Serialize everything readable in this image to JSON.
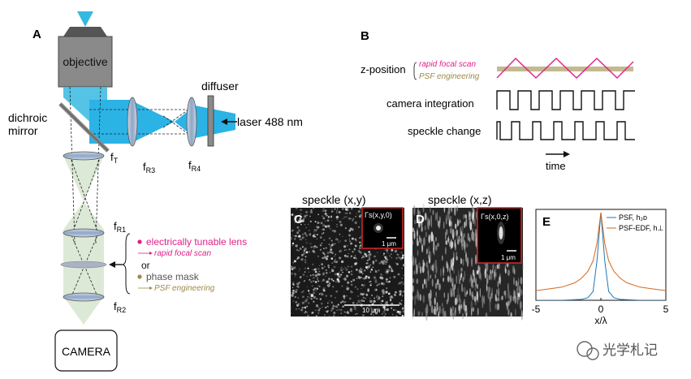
{
  "panels": {
    "a": "A",
    "b": "B",
    "c": "C",
    "d": "D",
    "e": "E"
  },
  "panel_a": {
    "objective": "objective",
    "dichroic_line1": "dichroic",
    "dichroic_line2": "mirror",
    "diffuser": "diffuser",
    "laser": "laser 488 nm",
    "camera": "CAMERA",
    "f_T": "f",
    "f_T_sub": "T",
    "f_R3": "f",
    "f_R3_sub": "R3",
    "f_R4": "f",
    "f_R4_sub": "R4",
    "f_R1": "f",
    "f_R1_sub": "R1",
    "f_R2": "f",
    "f_R2_sub": "R2",
    "option1_label": "electrically tunable lens",
    "option1_sub": "rapid focal scan",
    "or_text": "or",
    "option2_label": "phase mask",
    "option2_sub": "PSF engineering",
    "colors": {
      "beam_blue": "#2bb3e6",
      "relay_green": "#dce9d6",
      "tunable": "#e0218a",
      "psf": "#9c8a4a"
    }
  },
  "panel_b": {
    "z_label": "z-position",
    "rapid_focal_scan": "rapid focal scan",
    "psf_engineering": "PSF engineering",
    "camera_integration": "camera integration",
    "speckle_change": "speckle change",
    "time": "time"
  },
  "panel_c": {
    "title": "speckle (x,y)",
    "inset_label": "Γs(x,y,0)",
    "inset_scale": "1 μm",
    "scale": "10 μm"
  },
  "panel_d": {
    "title": "speckle (x,z)",
    "inset_label": "Γs(x,0,z)",
    "inset_scale": "1 μm"
  },
  "chart_data": {
    "type": "line",
    "xlabel": "x/λ",
    "ylabel": "",
    "xlim": [
      -5,
      5
    ],
    "x_ticks": [
      "-5",
      "0",
      "5"
    ],
    "series": [
      {
        "name": "PSF, h₂ᴅ",
        "color": "#1f77b4",
        "x": [
          -5,
          -3,
          -1.5,
          -1,
          -0.6,
          -0.3,
          0,
          0.3,
          0.6,
          1,
          1.5,
          3,
          5
        ],
        "y": [
          0.0,
          0.0,
          0.01,
          0.03,
          0.1,
          0.45,
          1.0,
          0.45,
          0.1,
          0.03,
          0.01,
          0.0,
          0.0
        ]
      },
      {
        "name": "PSF-EDF, h⊥",
        "color": "#d2691e",
        "x": [
          -5,
          -4,
          -3,
          -2,
          -1.5,
          -1,
          -0.6,
          -0.3,
          0,
          0.3,
          0.6,
          1,
          1.5,
          2,
          3,
          4,
          5
        ],
        "y": [
          0.11,
          0.13,
          0.15,
          0.2,
          0.25,
          0.33,
          0.45,
          0.65,
          1.0,
          0.65,
          0.45,
          0.33,
          0.25,
          0.2,
          0.15,
          0.13,
          0.11
        ]
      }
    ]
  },
  "watermark": "光学札记"
}
